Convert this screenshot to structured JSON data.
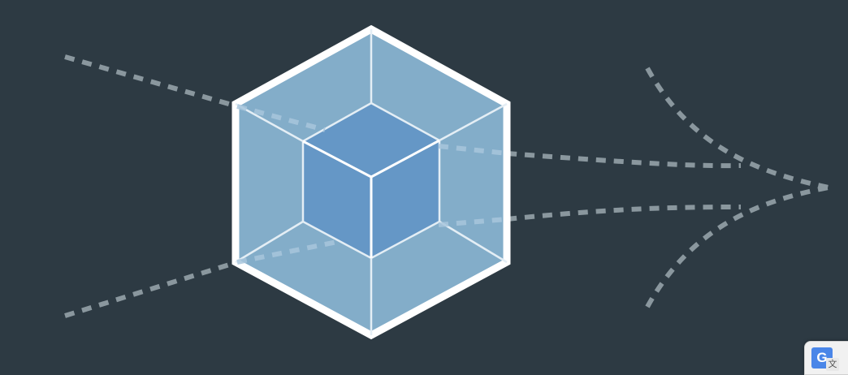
{
  "hero": {
    "logo_icon": "webpack-cube-logo-icon",
    "decoration": "dotted-converging-arrow-lines",
    "colors": {
      "background": "#2d3a43",
      "outer_cube_face": "#83adc9",
      "inner_cube_face": "#6597c6",
      "outline": "#ffffff",
      "dotted_line": "#8a979e",
      "dotted_line_inside_cube": "#a8c5dc"
    }
  },
  "translate_widget": {
    "icon": "google-translate-icon",
    "logo_letter": "G",
    "glyph": "文"
  }
}
